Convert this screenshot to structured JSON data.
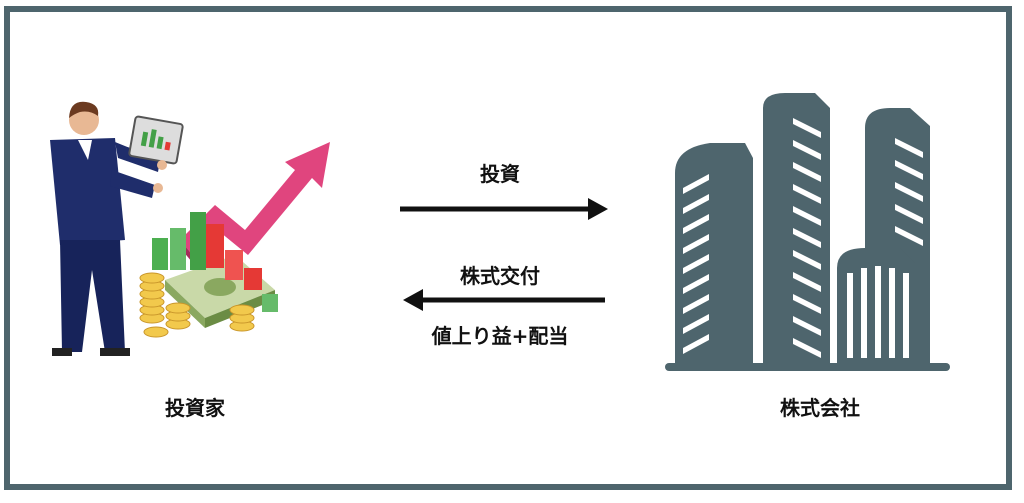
{
  "left_entity": {
    "label": "投資家",
    "icon": "investor-illustration"
  },
  "right_entity": {
    "label": "株式会社",
    "icon": "office-buildings-icon"
  },
  "flows": [
    {
      "direction": "right",
      "label": "投資"
    },
    {
      "direction": "left",
      "label_top": "株式交付",
      "label_bottom": "値上り益+配当"
    }
  ],
  "colors": {
    "frame": "#4e656d",
    "building": "#4e656d",
    "arrow": "#111111",
    "suit": "#1f2d6b",
    "chart_arrow": "#e0457e"
  }
}
